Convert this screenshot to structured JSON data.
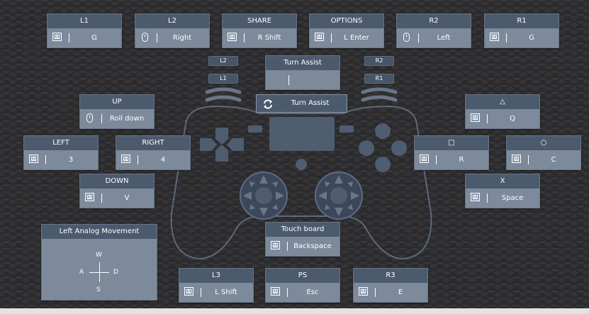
{
  "top_row": [
    {
      "label": "L1",
      "device": "keyboard",
      "value": "G"
    },
    {
      "label": "L2",
      "device": "mouse",
      "value": "Right"
    },
    {
      "label": "SHARE",
      "device": "keyboard",
      "value": "R Shift"
    },
    {
      "label": "OPTIONS",
      "device": "keyboard",
      "value": "L Enter"
    },
    {
      "label": "R2",
      "device": "mouse",
      "value": "Left"
    },
    {
      "label": "R1",
      "device": "keyboard",
      "value": "G"
    }
  ],
  "left_cluster": {
    "up": {
      "label": "UP",
      "device": "mouse",
      "value": "Roll down"
    },
    "left": {
      "label": "LEFT",
      "device": "keyboard",
      "value": "3"
    },
    "right": {
      "label": "RIGHT",
      "device": "keyboard",
      "value": "4"
    },
    "down": {
      "label": "DOWN",
      "device": "keyboard",
      "value": "V"
    }
  },
  "right_cluster": {
    "triangle": {
      "label": "△",
      "device": "keyboard",
      "value": "Q"
    },
    "square": {
      "label": "□",
      "device": "keyboard",
      "value": "R"
    },
    "circle": {
      "label": "○",
      "device": "keyboard",
      "value": "C"
    },
    "cross": {
      "label": "X",
      "device": "keyboard",
      "value": "Space"
    }
  },
  "shoulder_pills": {
    "l2": "L2",
    "l1": "L1",
    "r2": "R2",
    "r1": "R1"
  },
  "turn_assist": {
    "card_label": "Turn Assist",
    "value": "",
    "button_label": "Turn Assist"
  },
  "touch_board": {
    "label": "Touch board",
    "device": "keyboard",
    "value": "Backspace"
  },
  "bottom_row": [
    {
      "label": "L3",
      "device": "keyboard",
      "value": "L Shift"
    },
    {
      "label": "PS",
      "device": "keyboard",
      "value": "Esc"
    },
    {
      "label": "R3",
      "device": "keyboard",
      "value": "E"
    }
  ],
  "left_analog": {
    "label": "Left Analog Movement",
    "up": "W",
    "left": "A",
    "right": "D",
    "down": "S"
  },
  "icons": {
    "keyboard": "keyboard-key-icon",
    "mouse": "mouse-icon",
    "turn": "refresh-icon"
  },
  "colors": {
    "card_header": "#4c5a6e",
    "card_body": "#7d8a9c",
    "controller": "#4f5d71",
    "outline": "#5a6679"
  }
}
